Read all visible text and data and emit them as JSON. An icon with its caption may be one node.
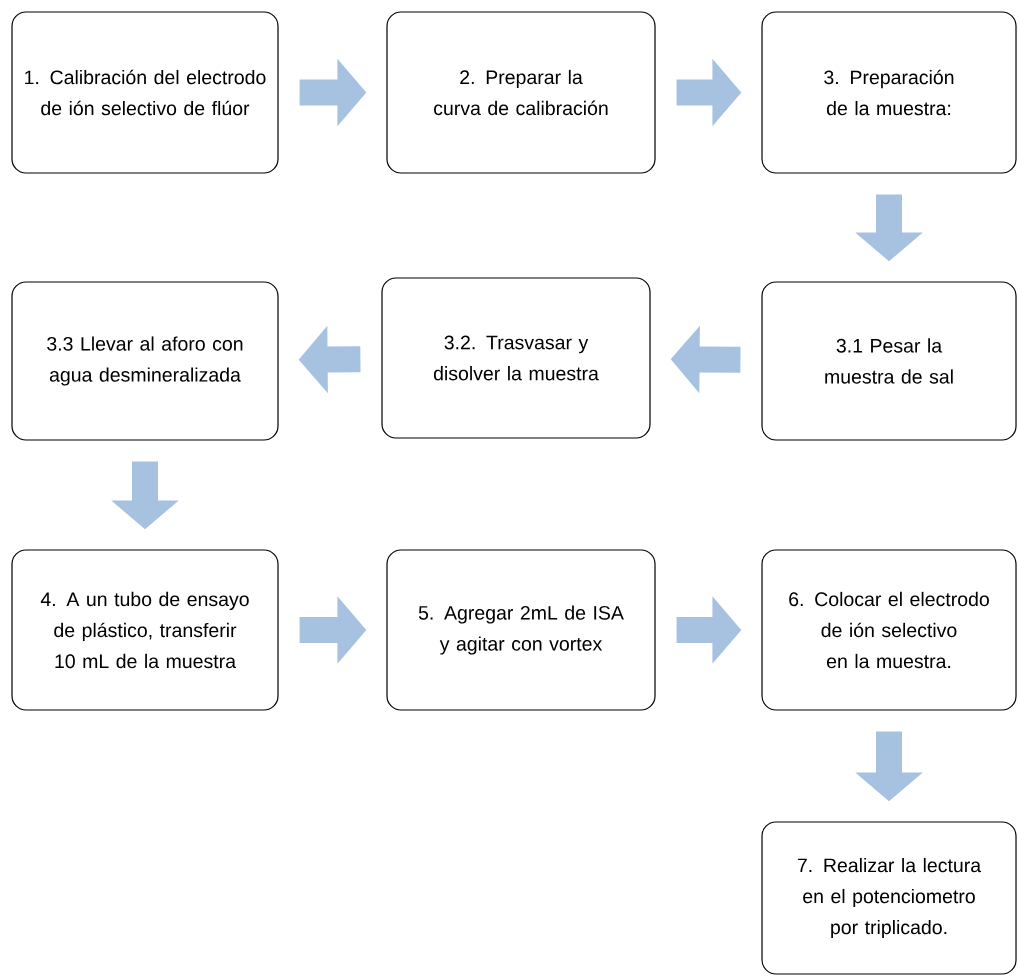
{
  "diagram": {
    "nodes": [
      {
        "text": [
          "1. Calibración del electrodo de ión selectivo de flúor"
        ]
      },
      {
        "text": [
          "2. Preparar la curva de calibración"
        ]
      },
      {
        "text": [
          "3. Preparación de la muestra:"
        ]
      },
      {
        "text": [
          "3.1 Pesar la muestra de sal"
        ]
      },
      {
        "text": [
          "3.2. Trasvasar y disolver la muestra"
        ]
      },
      {
        "text": [
          "3.3 Llevar al aforo con agua desmineralizada"
        ]
      },
      {
        "text": [
          "4. A un tubo de ensayo de plástico, transferir 10 mL de la muestra"
        ]
      },
      {
        "text": [
          "5. Agregar 2mL de ISA y agitar con vortex"
        ]
      },
      {
        "text": [
          "6. Colocar el electrodo de ión selectivo en la muestra."
        ]
      },
      {
        "text": [
          "7. Realizar la lectura en el potenciometro por triplicado."
        ]
      }
    ],
    "edges": [
      {
        "from": 0,
        "to": 1,
        "arrow": "to"
      },
      {
        "from": 1,
        "to": 2,
        "arrow": "to"
      },
      {
        "from": 2,
        "to": 3,
        "arrow": "to"
      },
      {
        "from": 3,
        "to": 4,
        "arrow": "to"
      },
      {
        "from": 4,
        "to": 5,
        "arrow": "to"
      },
      {
        "from": 5,
        "to": 6,
        "arrow": "to"
      },
      {
        "from": 6,
        "to": 7,
        "arrow": "to"
      },
      {
        "from": 7,
        "to": 8,
        "arrow": "to"
      },
      {
        "from": 8,
        "to": 9,
        "arrow": "to"
      }
    ]
  }
}
